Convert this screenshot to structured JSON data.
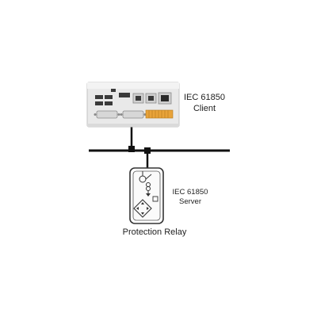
{
  "client": {
    "label_line1": "IEC 61850",
    "label_line2": "Client"
  },
  "server": {
    "label_line1": "IEC 61850",
    "label_line2": "Server"
  },
  "relay": {
    "label": "Protection Relay"
  },
  "colors": {
    "bus": "#111111",
    "device_body": "#e6e6e6",
    "device_border": "#bdbdbd",
    "port_dark": "#3a3a3a",
    "terminal_block": "#e8a33a",
    "relay_outline": "#333333"
  }
}
